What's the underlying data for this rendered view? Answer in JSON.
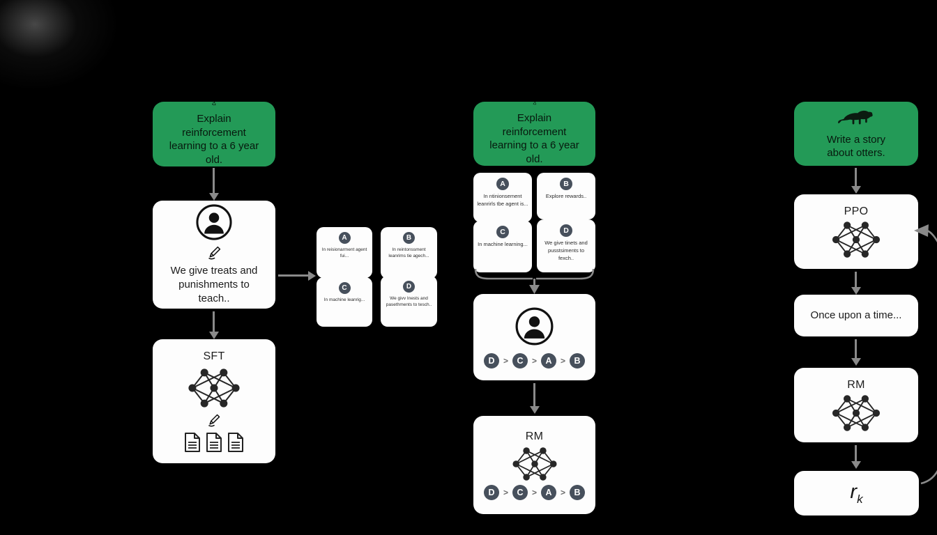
{
  "colors": {
    "green": "#239a57",
    "badge": "#47505c",
    "arrow": "#8a8a8a",
    "card": "#fdfdfd",
    "background": "#000000"
  },
  "misc": {
    "gt": ">"
  },
  "stage1": {
    "prompt": "Explain reinforcement learning to a 6 year old.",
    "labeler_text": "We give treats and punishments to teach..",
    "model_label": "SFT",
    "samples": [
      {
        "id": "A",
        "text": "In reisionarment agent fui..."
      },
      {
        "id": "B",
        "text": "In reintonssment leanrims tie agech..."
      },
      {
        "id": "C",
        "text": "In machine leanrig..."
      },
      {
        "id": "D",
        "text": "We givv Inests and pasethments to tesch.."
      }
    ]
  },
  "stage2": {
    "prompt": "Explain reinforcement learning to a 6 year old.",
    "samples": [
      {
        "id": "A",
        "text": "In ntinionsement leanrirls tbe agent is..."
      },
      {
        "id": "B",
        "text": "Explore rewards.."
      },
      {
        "id": "C",
        "text": "In machine learning..."
      },
      {
        "id": "D",
        "text": "We give tinets and pusstsiments to fexch.."
      }
    ],
    "ranking": [
      "D",
      "C",
      "A",
      "B"
    ],
    "model_label": "RM"
  },
  "stage3": {
    "prompt": "Write a story about otters.",
    "policy_label": "PPO",
    "output_text": "Once upon a time...",
    "reward_model_label": "RM",
    "reward_base": "r",
    "reward_sub": "k"
  }
}
